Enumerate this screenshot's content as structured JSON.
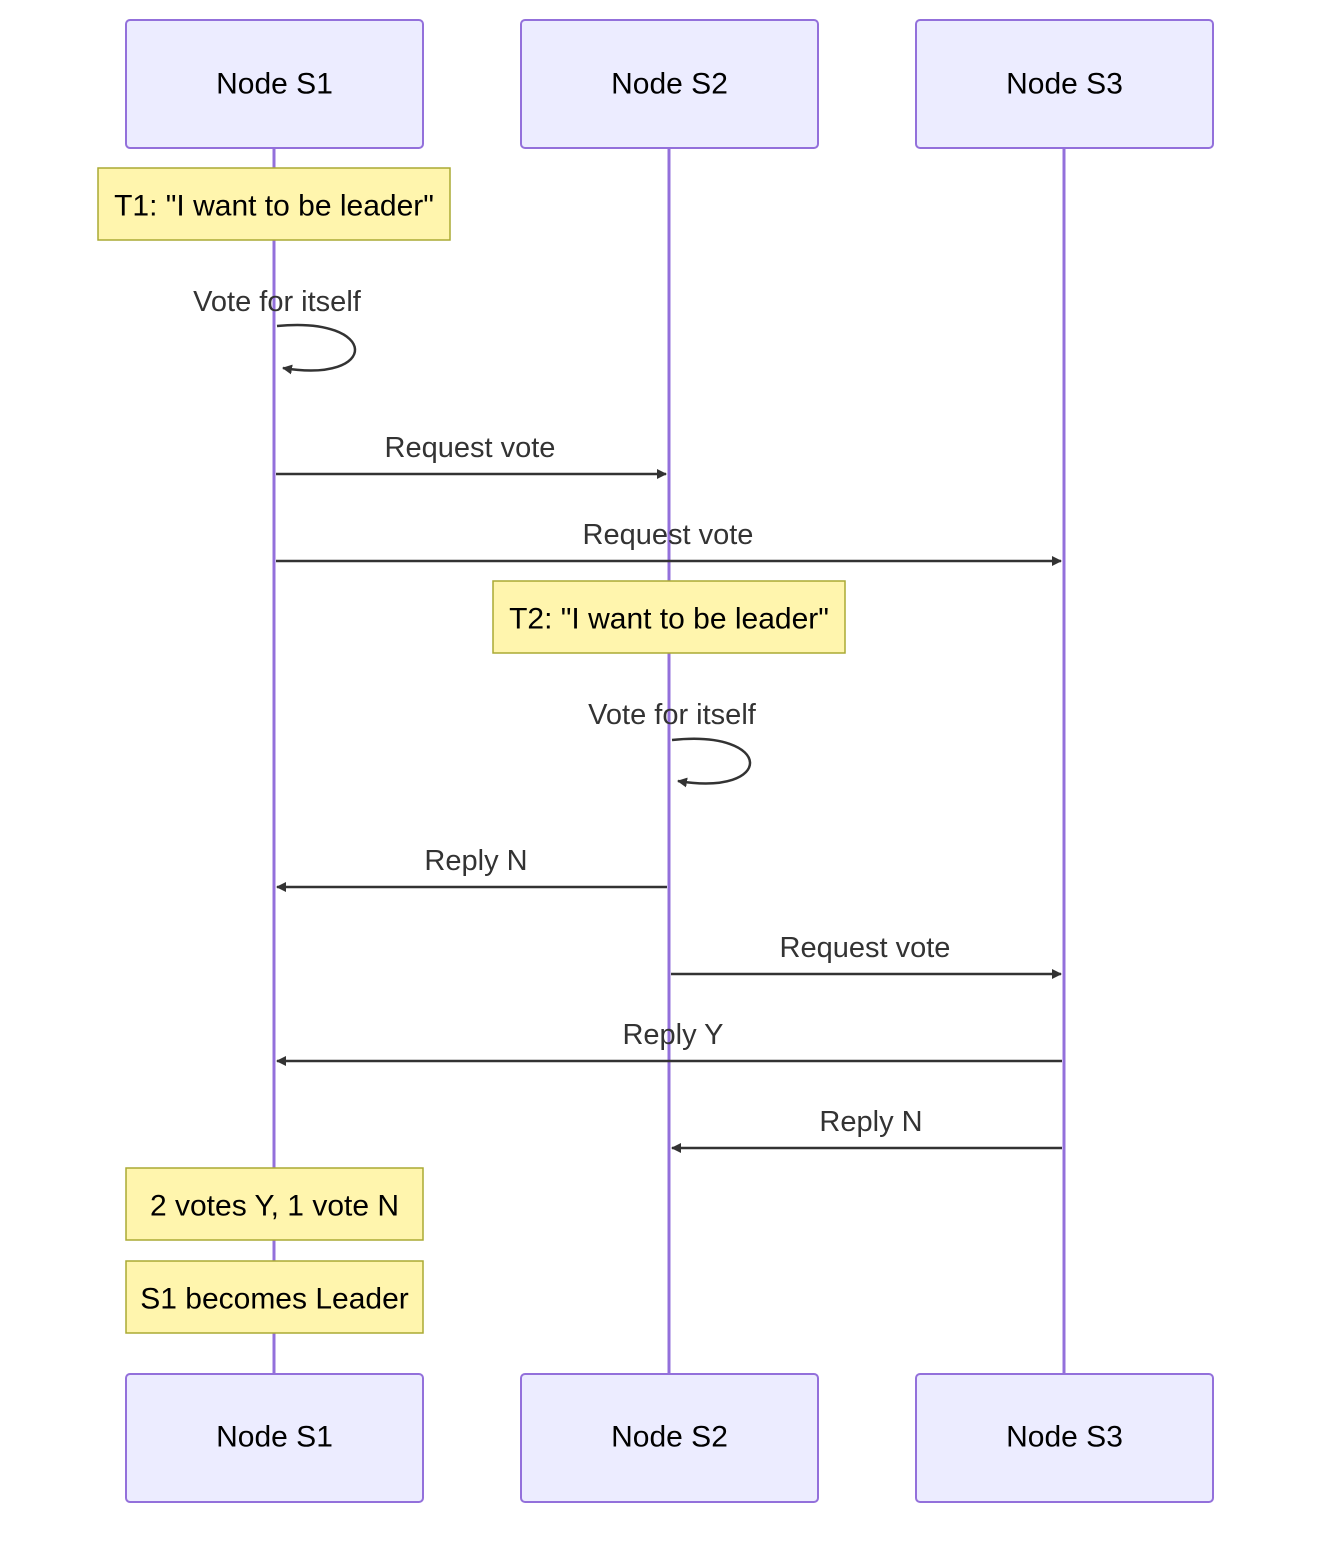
{
  "diagram": {
    "type": "sequence",
    "actors": [
      {
        "id": "s1",
        "label": "Node S1"
      },
      {
        "id": "s2",
        "label": "Node S2"
      },
      {
        "id": "s3",
        "label": "Node S3"
      }
    ],
    "notes": [
      {
        "actor": "s1",
        "text": "T1: \"I want to be leader\""
      },
      {
        "actor": "s2",
        "text": "T2: \"I want to be leader\""
      },
      {
        "actor": "s1",
        "text": "2 votes Y, 1 vote N"
      },
      {
        "actor": "s1",
        "text": "S1 becomes Leader"
      }
    ],
    "messages": [
      {
        "from": "s1",
        "to": "s1",
        "text": "Vote for itself"
      },
      {
        "from": "s1",
        "to": "s2",
        "text": "Request vote"
      },
      {
        "from": "s1",
        "to": "s3",
        "text": "Request vote"
      },
      {
        "from": "s2",
        "to": "s2",
        "text": "Vote for itself"
      },
      {
        "from": "s2",
        "to": "s1",
        "text": "Reply N"
      },
      {
        "from": "s2",
        "to": "s3",
        "text": "Request vote"
      },
      {
        "from": "s3",
        "to": "s1",
        "text": "Reply Y"
      },
      {
        "from": "s3",
        "to": "s2",
        "text": "Reply N"
      }
    ]
  },
  "colors": {
    "actor_fill": "#ECECFF",
    "actor_stroke": "#9370DB",
    "note_fill": "#FFF5AD",
    "note_stroke": "#AAAA33",
    "message_line": "#333333"
  }
}
